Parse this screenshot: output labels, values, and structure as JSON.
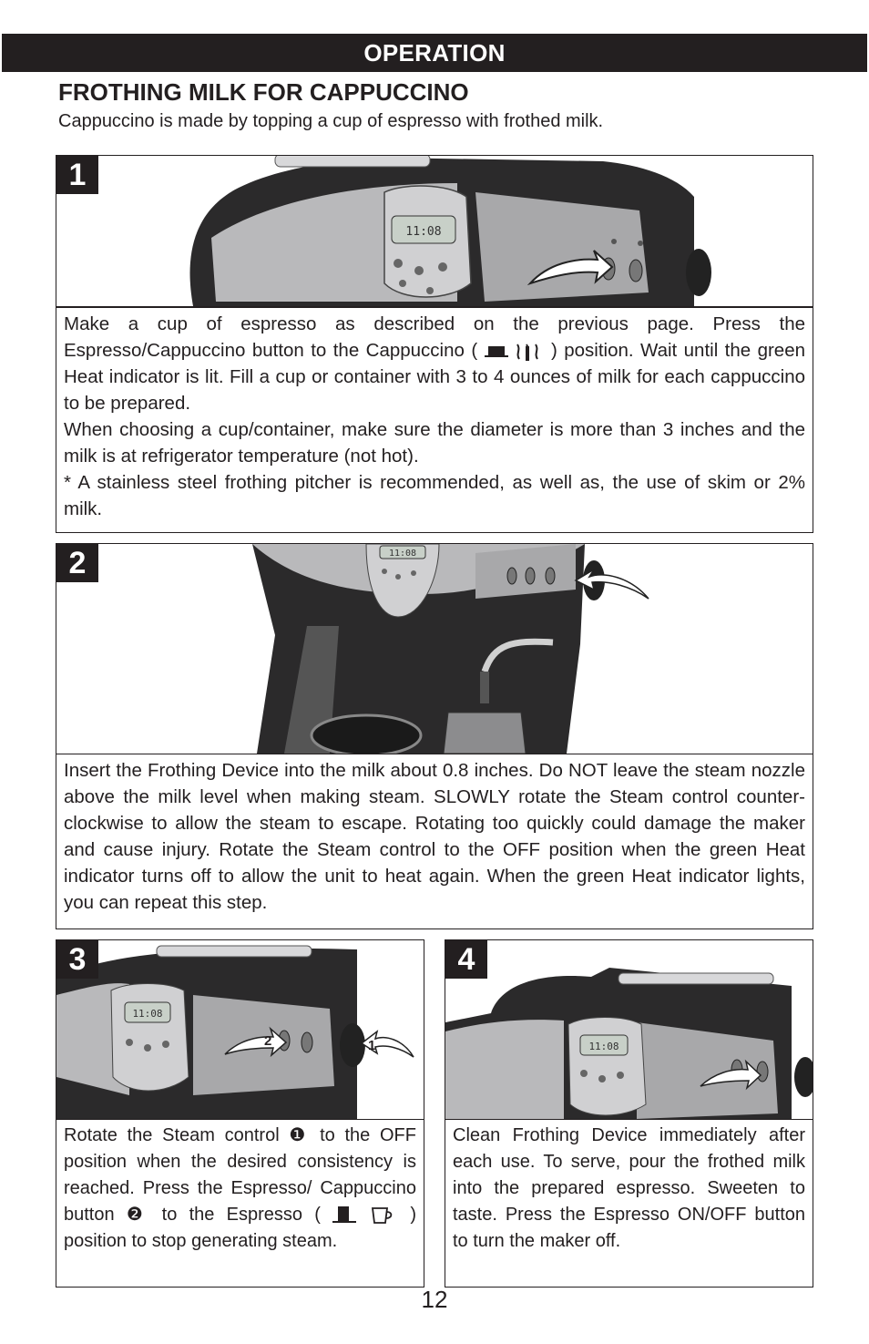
{
  "header": {
    "section": "OPERATION"
  },
  "title": "FROTHING MILK FOR CAPPUCCINO",
  "intro": "Cappuccino is made by topping a cup of espresso with frothed milk.",
  "display_time": "11:08",
  "steps": [
    {
      "number": "1",
      "text_a": "Make a cup of espresso as described on the previous page. Press the Espresso/Cappuccino button to the Cappuccino (",
      "text_b": ") position. Wait until the green Heat indicator is lit. Fill a cup or container with 3 to 4 ounces of milk for each cappuccino to be prepared.",
      "text_c": "When choosing a cup/container, make sure the diameter is more than 3 inches and the milk is at refrigerator temperature (not hot).",
      "text_d": "* A stainless steel frothing pitcher is recommended, as well as, the use of skim or 2% milk."
    },
    {
      "number": "2",
      "text": "Insert the Frothing Device into the milk about 0.8 inches. Do NOT leave the steam nozzle above the milk level when making steam. SLOWLY rotate the Steam control counter-clockwise to allow the steam to escape. Rotating too quickly could damage the maker and cause injury. Rotate the Steam control to the OFF position when the green Heat indicator turns off to allow the unit to heat again. When the green Heat indicator lights, you can repeat this step."
    },
    {
      "number": "3",
      "callout_1": "1",
      "callout_2": "2",
      "text_a": "Rotate the Steam control ",
      "marker_1": "❶",
      "text_b": " to the OFF position when the desired consistency is reached. Press the  Espresso/ Cappuccino button ",
      "marker_2": "❷",
      "text_c": " to the Espresso (",
      "text_d": ") position to stop generating steam."
    },
    {
      "number": "4",
      "text": "Clean Frothing Device immediately after each use. To serve, pour the frothed milk into the prepared espresso. Sweeten to taste. Press the Espresso ON/OFF button to turn the maker off."
    }
  ],
  "page_number": "12",
  "colors": {
    "ink": "#231f20",
    "machine_dark": "#2b2a2b",
    "machine_silver": "#b9b9bb"
  }
}
